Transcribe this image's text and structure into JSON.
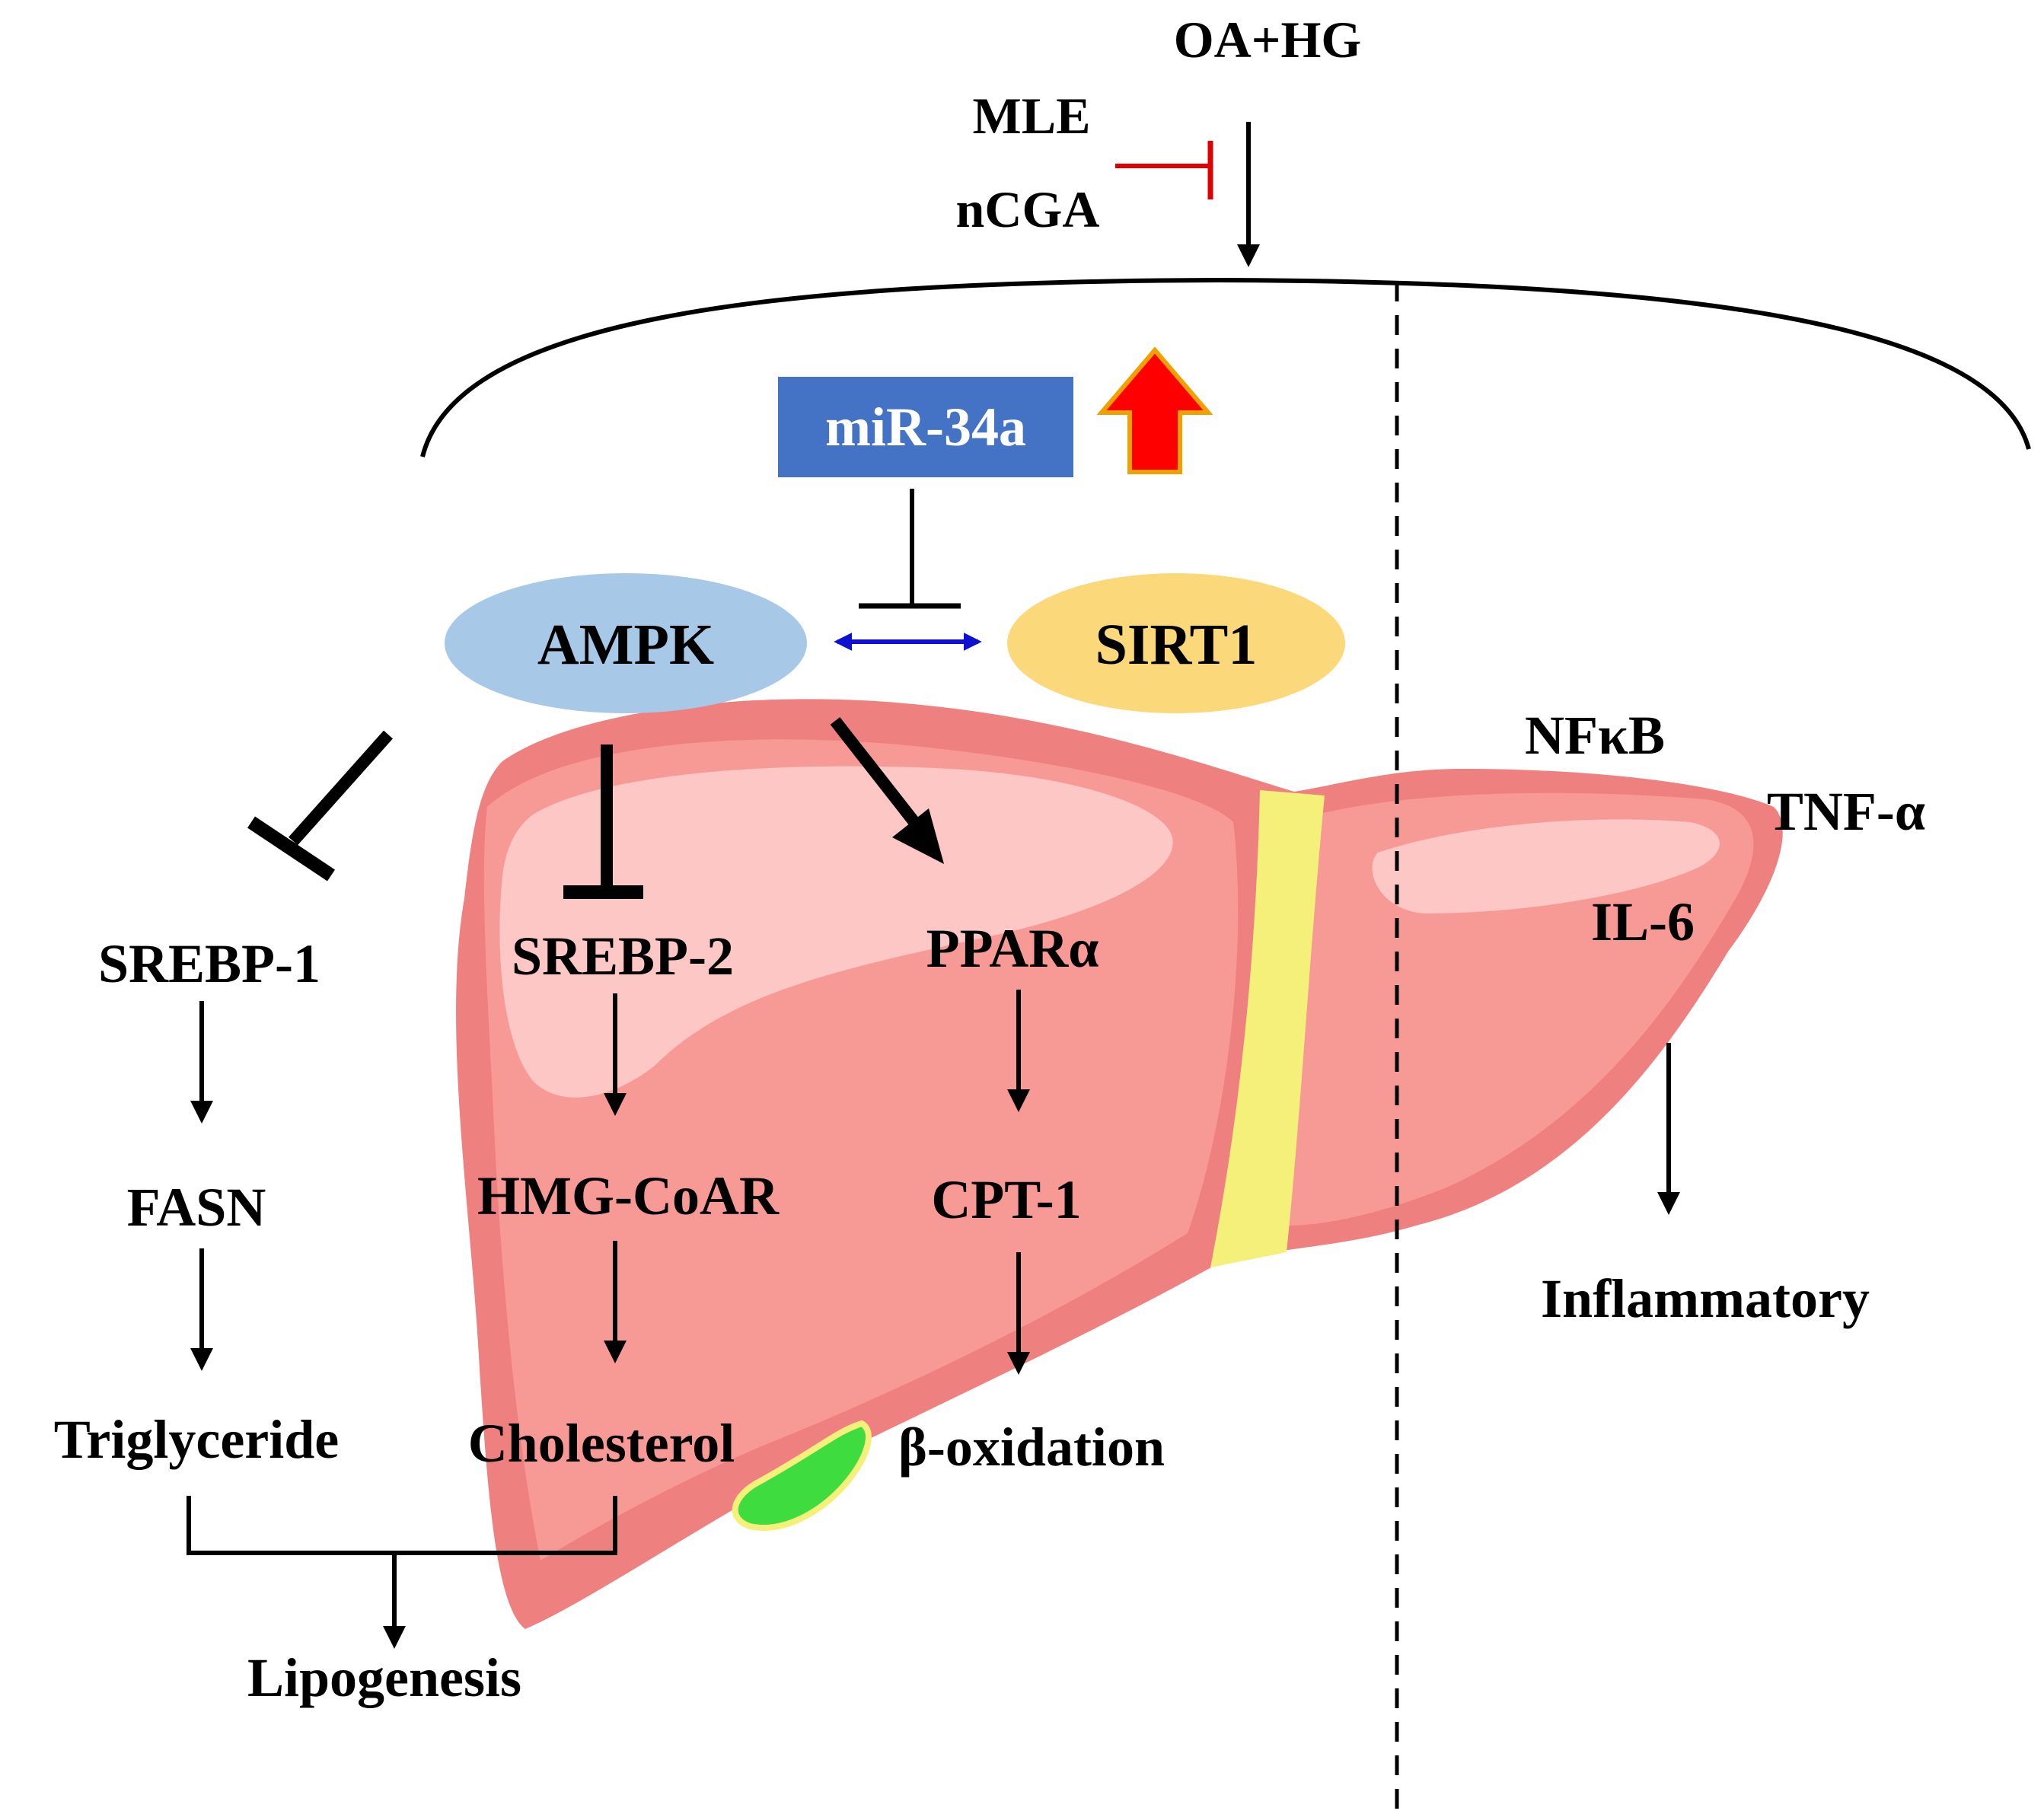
{
  "stimulus": {
    "label": "OA+HG",
    "color": "#1f3864"
  },
  "inhibitors": [
    {
      "label": "MLE",
      "color": "#c00000"
    },
    {
      "label": "nCGA",
      "color": "#c00000"
    }
  ],
  "mirna": {
    "label": "miR-34a",
    "box_color": "#4472c4",
    "text_color": "#ffffff",
    "status": "upregulated",
    "status_icon": "up-arrow-icon"
  },
  "ampk": {
    "label": "AMPK",
    "color": "#a8c8e8"
  },
  "sirt1": {
    "label": "SIRT1",
    "color": "#fbd97a"
  },
  "lipid_pathway": {
    "srebp1": "SREBP-1",
    "srebp2": "SREBP-2",
    "ppara": "PPARα",
    "fasn": "FASN",
    "hmgcoar": "HMG-CoAR",
    "cpt1": "CPT-1",
    "triglyceride": "Triglyceride",
    "cholesterol": "Cholesterol",
    "beta_oxidation": "β-oxidation",
    "lipogenesis": "Lipogenesis"
  },
  "inflammation": {
    "nfkb": "NFκB",
    "tnfa": "TNF-α",
    "il6": "IL-6",
    "outcome": "Inflammatory"
  },
  "liver_colors": {
    "base": "#ef8080",
    "lobe": "#f79a96",
    "highlight": "#fcc7c5",
    "ligament": "#f5f07a",
    "gallbladder": "#3fdc3f"
  }
}
